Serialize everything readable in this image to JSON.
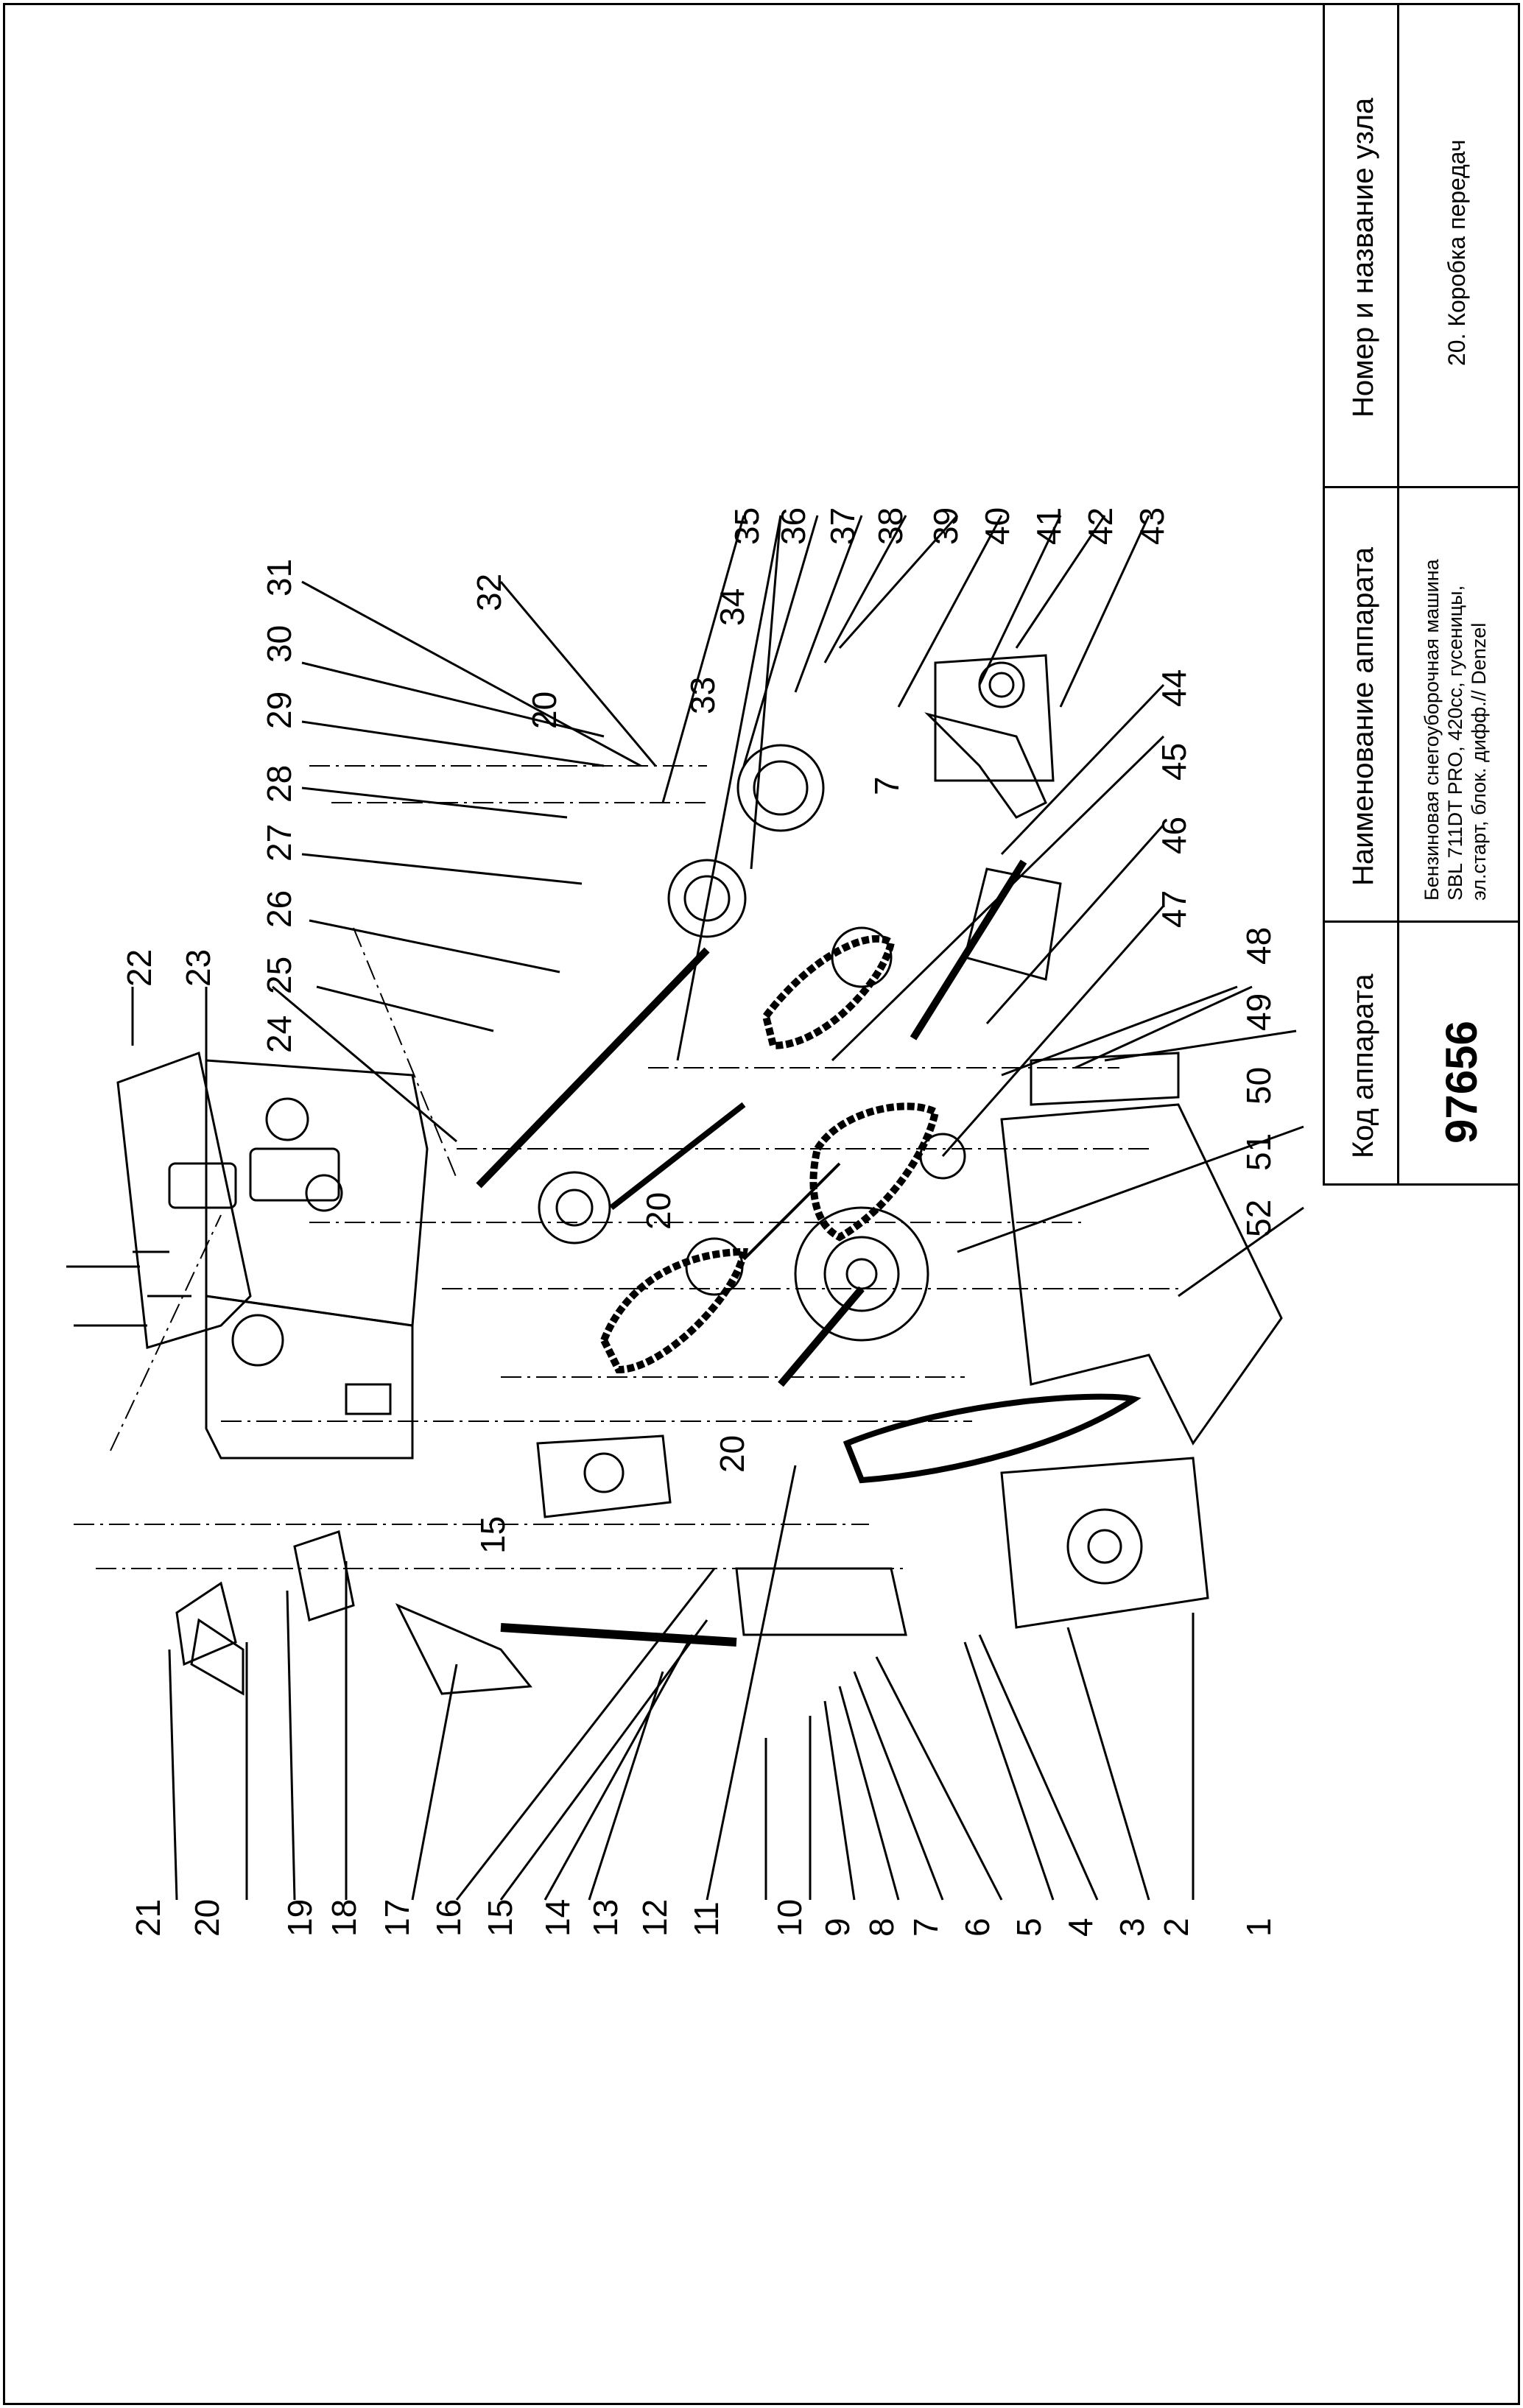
{
  "title_block": {
    "code_header": "Код аппарата",
    "code_value": "97656",
    "device_header": "Наименование аппарата",
    "device_value_line1": "Бензиновая снегоуборочная машина",
    "device_value_line2": "SBL 711DT PRO, 420cc, гусеницы,",
    "device_value_line3": "эл.старт, блок. дифф.// Denzel",
    "unit_header": "Номер и название узла",
    "unit_value": "20. Коробка передач"
  },
  "callouts": {
    "bottom": [
      "21",
      "20",
      "19",
      "18",
      "17",
      "16",
      "15",
      "14",
      "13",
      "12",
      "11",
      "10",
      "9",
      "8",
      "7",
      "6",
      "5",
      "4",
      "3",
      "2",
      "1"
    ],
    "top": [
      "31",
      "30",
      "29",
      "28",
      "27",
      "26",
      "25",
      "24",
      "23",
      "22"
    ],
    "top_right": [
      "35",
      "36",
      "37",
      "38",
      "39",
      "40",
      "41",
      "42",
      "43",
      "44",
      "45",
      "46",
      "47",
      "48",
      "49",
      "50",
      "51",
      "52"
    ],
    "inner": [
      "32",
      "20",
      "33",
      "34",
      "20",
      "15",
      "20",
      "7"
    ]
  }
}
